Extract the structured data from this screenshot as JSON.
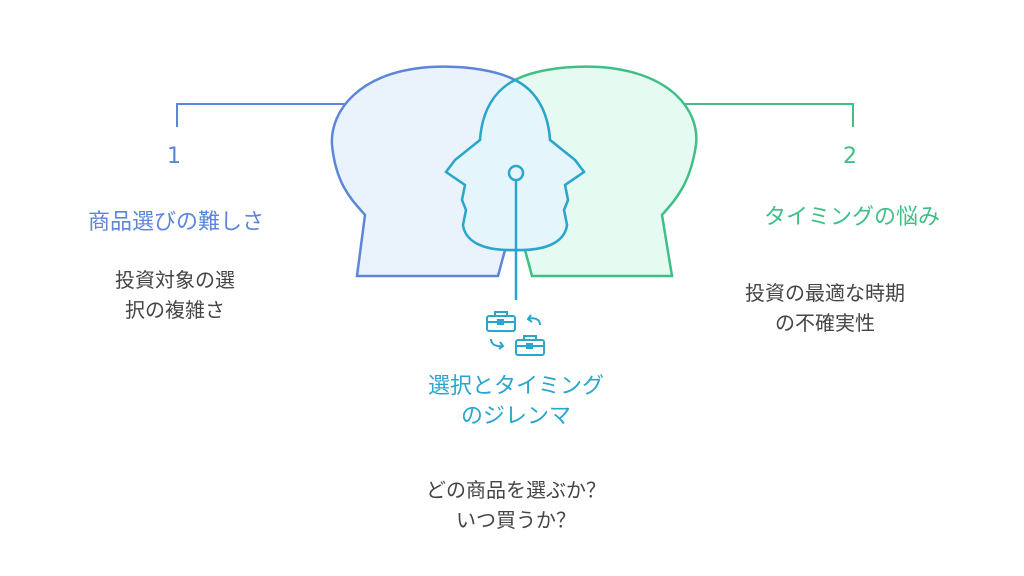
{
  "colors": {
    "left": "#5b86d9",
    "right": "#3fbf86",
    "center": "#2aa6cc",
    "text": "#444444"
  },
  "left": {
    "number": "1",
    "title": "商品選びの難しさ",
    "desc_lines": [
      "投資対象の選",
      "択の複雑さ"
    ]
  },
  "right": {
    "number": "2",
    "title": "タイミングの悩み",
    "desc_lines": [
      "投資の最適な時期",
      "の不確実性"
    ]
  },
  "center": {
    "title_lines": [
      "選択とタイミング",
      "のジレンマ"
    ],
    "question_lines": [
      "どの商品を選ぶか？",
      "いつ買うか？"
    ],
    "icon": "briefcase-swap-icon"
  }
}
